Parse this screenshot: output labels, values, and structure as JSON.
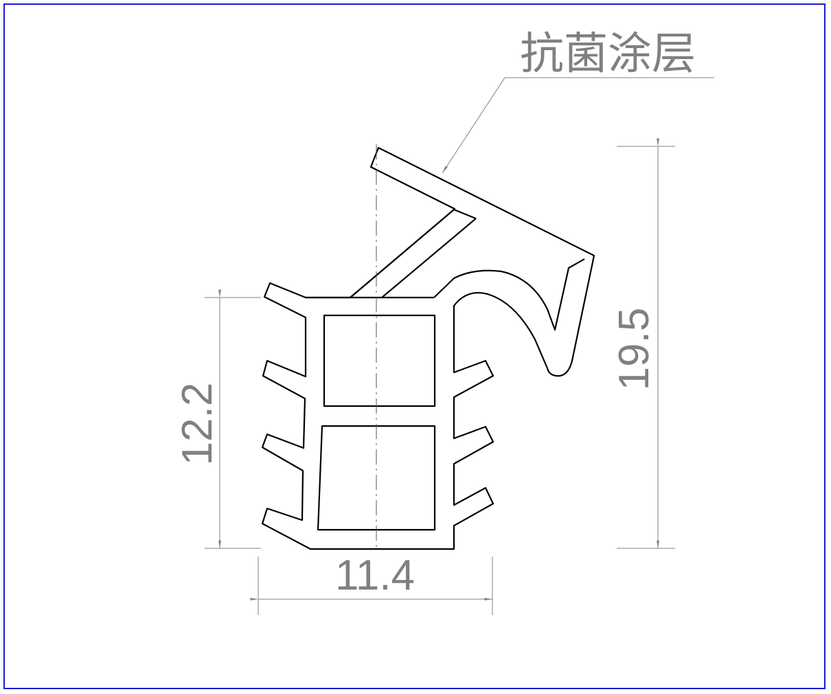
{
  "callout": {
    "label": "抗菌涂层"
  },
  "dimensions": {
    "width": "11.4",
    "height_body": "12.2",
    "height_total": "19.5"
  },
  "colors": {
    "frame": "#1c1ccf",
    "profile_outline": "#000000",
    "dimension_line": "#808080"
  }
}
